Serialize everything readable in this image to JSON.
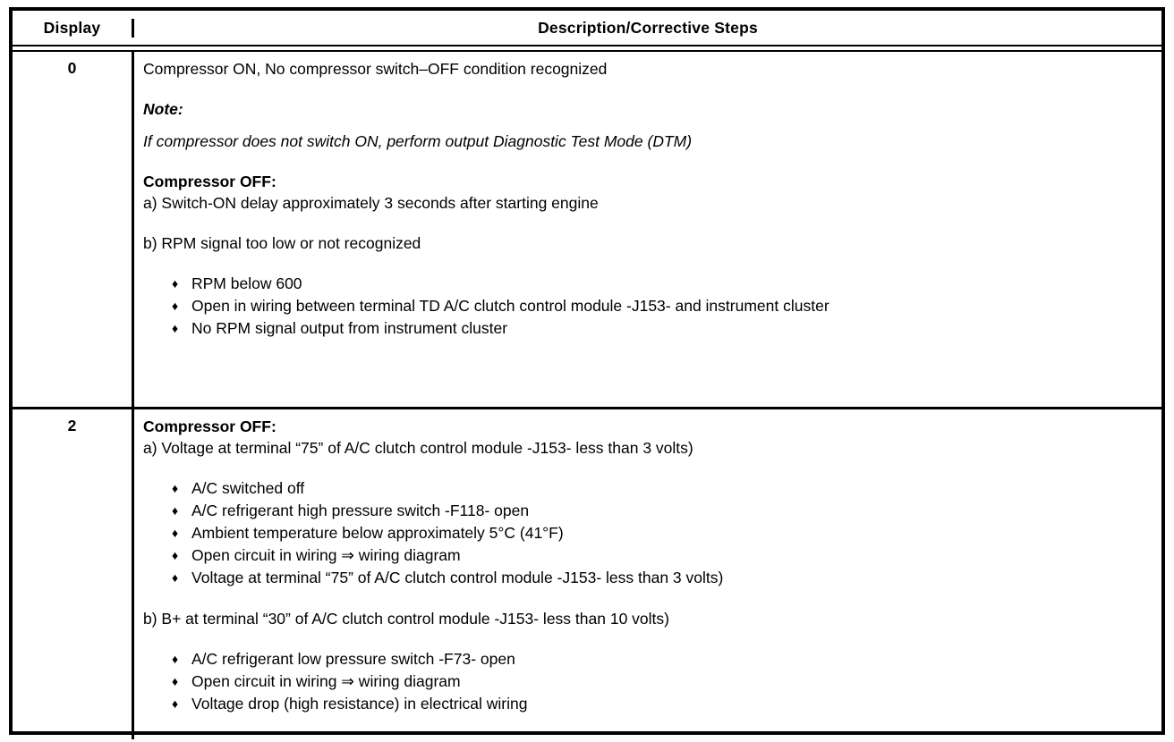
{
  "page": {
    "background_color": "#ffffff",
    "border_color": "#000000",
    "text_color": "#000000"
  },
  "table": {
    "bullet_glyph": "♦",
    "columns": [
      {
        "label": "Display"
      },
      {
        "label": "Description/Corrective Steps"
      }
    ],
    "rows": [
      {
        "display": "0",
        "blocks": [
          {
            "type": "p",
            "text": "Compressor ON, No compressor switch–OFF condition recognized"
          },
          {
            "type": "note",
            "text": "Note:"
          },
          {
            "type": "italic",
            "text": "If compressor does not switch ON, perform output Diagnostic Test Mode (DTM)"
          },
          {
            "type": "heading_group",
            "heading": "Compressor OFF:",
            "text": "a) Switch-ON delay approximately 3 seconds after starting engine"
          },
          {
            "type": "p",
            "text": "b) RPM signal too low or not recognized"
          },
          {
            "type": "bullets",
            "items": [
              "RPM below 600",
              "Open in wiring between terminal TD A/C clutch control module -J153- and instrument cluster",
              "No RPM signal output from instrument cluster"
            ]
          }
        ]
      },
      {
        "display": "2",
        "blocks": [
          {
            "type": "heading_group",
            "heading": "Compressor OFF:",
            "text": "a) Voltage at terminal “75” of A/C clutch control module -J153- less than 3 volts)"
          },
          {
            "type": "bullets",
            "items": [
              "A/C switched off",
              "A/C refrigerant high pressure switch -F118- open",
              "Ambient temperature below approximately 5°C (41°F)",
              "Open circuit in wiring ⇒ wiring diagram",
              "Voltage at terminal “75” of A/C clutch control module -J153- less than 3 volts)"
            ]
          },
          {
            "type": "p",
            "text": "b) B+ at terminal “30” of A/C clutch control module -J153- less than 10 volts)"
          },
          {
            "type": "bullets",
            "items": [
              "A/C refrigerant low pressure switch -F73- open",
              "Open circuit in wiring ⇒ wiring diagram",
              "Voltage drop (high resistance) in electrical wiring"
            ]
          }
        ]
      }
    ]
  }
}
